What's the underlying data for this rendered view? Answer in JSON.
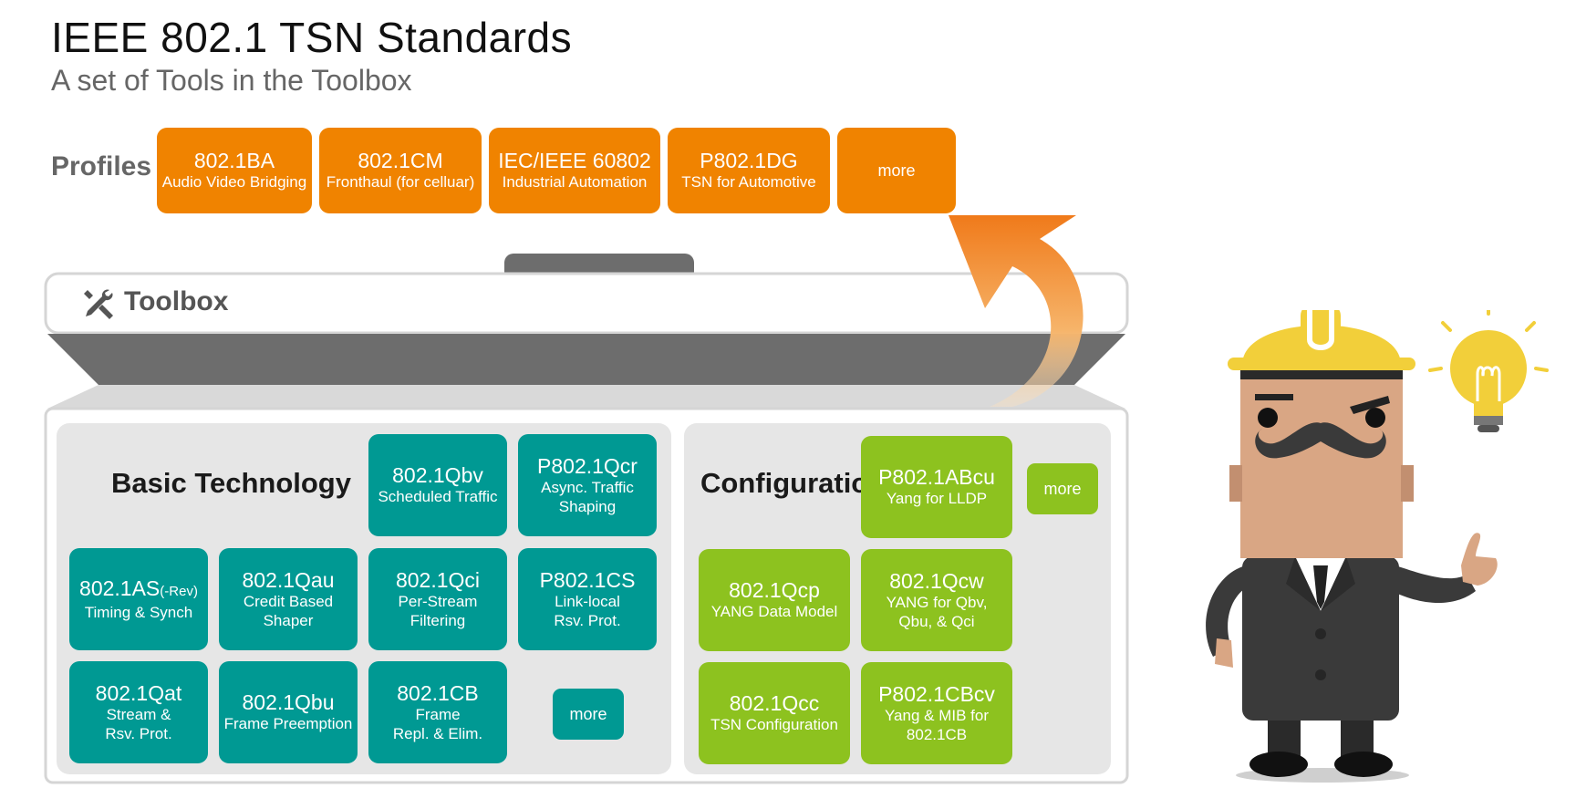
{
  "header": {
    "title": "IEEE 802.1 TSN Standards",
    "subtitle": "A set of Tools in the Toolbox"
  },
  "profiles": {
    "label": "Profiles",
    "items": [
      {
        "code": "802.1BA",
        "desc": "Audio Video Bridging"
      },
      {
        "code": "802.1CM",
        "desc": "Fronthaul (for celluar)"
      },
      {
        "code": "IEC/IEEE 60802",
        "desc": "Industrial Automation"
      },
      {
        "code": "P802.1DG",
        "desc": "TSN for Automotive"
      }
    ],
    "more": "more"
  },
  "toolbox": {
    "label": "Toolbox",
    "icon": "tools-icon"
  },
  "basic": {
    "title": "Basic Technology",
    "items": [
      {
        "code": "802.1Qbv",
        "desc": "Scheduled Traffic"
      },
      {
        "code": "P802.1Qcr",
        "desc": "Async. Traffic",
        "desc2": "Shaping"
      },
      {
        "code": "802.1AS",
        "suffix": "(-Rev)",
        "desc": "Timing & Synch"
      },
      {
        "code": "802.1Qau",
        "desc": "Credit Based",
        "desc2": "Shaper"
      },
      {
        "code": "802.1Qci",
        "desc": "Per-Stream",
        "desc2": "Filtering"
      },
      {
        "code": "P802.1CS",
        "desc": "Link-local",
        "desc2": "Rsv. Prot."
      },
      {
        "code": "802.1Qat",
        "desc": "Stream &",
        "desc2": "Rsv. Prot."
      },
      {
        "code": "802.1Qbu",
        "desc": "Frame Preemption"
      },
      {
        "code": "802.1CB",
        "desc": "Frame",
        "desc2": "Repl. & Elim."
      }
    ],
    "more": "more"
  },
  "config": {
    "title": "Configuration",
    "items": [
      {
        "code": "P802.1ABcu",
        "desc": "Yang for LLDP"
      },
      {
        "code": "802.1Qcp",
        "desc": "YANG Data Model"
      },
      {
        "code": "802.1Qcw",
        "desc": "YANG for Qbv,",
        "desc2": "Qbu, & Qci"
      },
      {
        "code": "802.1Qcc",
        "desc": "TSN Configuration"
      },
      {
        "code": "P802.1CBcv",
        "desc": "Yang & MIB for",
        "desc2": "802.1CB"
      }
    ],
    "more": "more"
  },
  "colors": {
    "orange": "#f08300",
    "teal": "#009993",
    "green": "#8dc21f",
    "panel": "#e6e6e6",
    "lid": "#6d6d6d"
  },
  "illustration": {
    "character": "engineer-with-hardhat",
    "bulb": "lightbulb-icon"
  }
}
